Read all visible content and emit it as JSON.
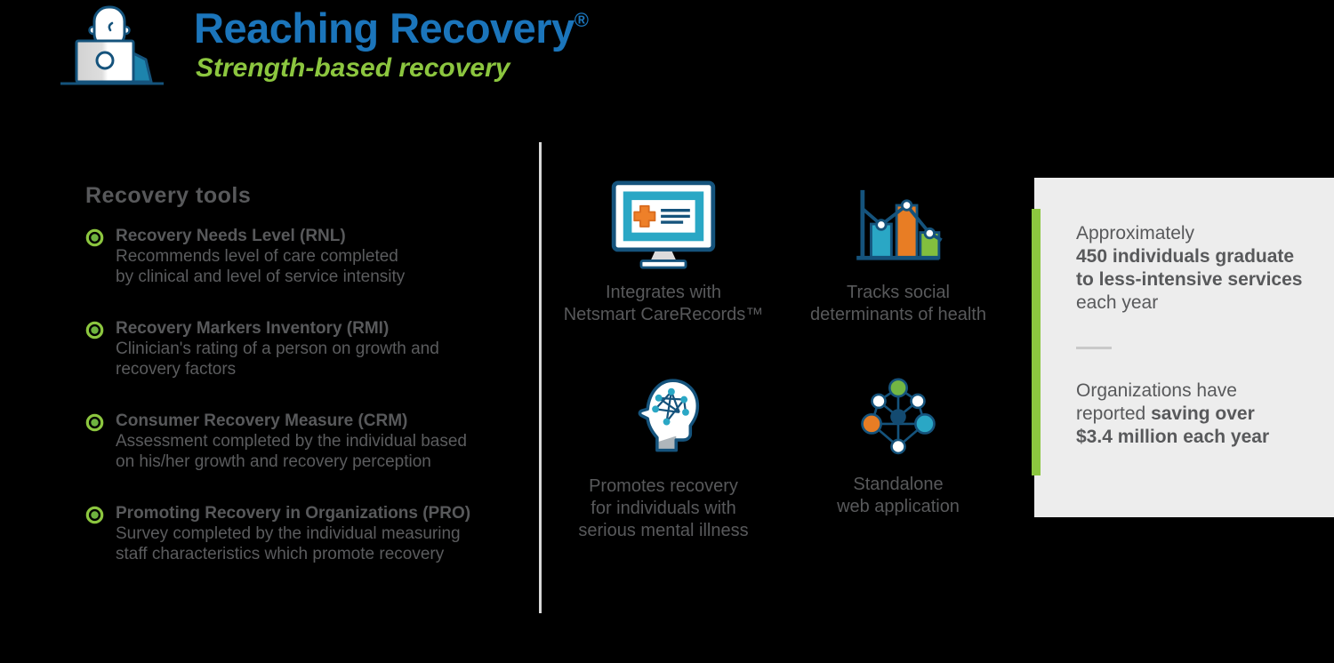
{
  "brand": {
    "title": "Reaching Recovery",
    "title_mark": "®",
    "tagline": "Strength-based recovery",
    "logo_icon": "person-at-laptop-icon",
    "title_color": "#1b75bb",
    "tagline_color": "#8cc63f"
  },
  "tools": {
    "heading": "Recovery tools",
    "bullet_icon": "green-ring-bullet-icon",
    "bullet_color": "#8cc63f",
    "items": [
      {
        "title": "Recovery Needs Level (RNL)",
        "desc_lines": [
          "Recommends level of care completed",
          "by clinical and level of service intensity"
        ]
      },
      {
        "title": "Recovery Markers Inventory (RMI)",
        "desc_lines": [
          "Clinician's rating of a person on growth and",
          "recovery factors"
        ]
      },
      {
        "title": "Consumer Recovery Measure (CRM)",
        "desc_lines": [
          "Assessment completed by the individual based",
          "on his/her growth and recovery perception"
        ]
      },
      {
        "title": "Promoting Recovery in Organizations (PRO)",
        "desc_lines": [
          "Survey completed by the individual measuring",
          "staff characteristics which promote recovery"
        ]
      }
    ]
  },
  "features": {
    "items": [
      {
        "icon": "monitor-ehr-icon",
        "caption_lines": [
          "Integrates with",
          "Netsmart CareRecords™"
        ]
      },
      {
        "icon": "bar-chart-trend-icon",
        "caption_lines": [
          "Tracks social",
          "determinants of health"
        ]
      },
      {
        "icon": "head-network-icon",
        "caption_lines": [
          "Promotes recovery",
          "for individuals with",
          "serious mental illness"
        ]
      },
      {
        "icon": "network-nodes-icon",
        "caption_lines": [
          "Standalone",
          "web application"
        ]
      }
    ]
  },
  "stats": {
    "accent_color": "#8cc63f",
    "panel_color": "#ededed",
    "blocks": [
      {
        "lines": [
          [
            {
              "t": "Approximately"
            }
          ],
          [
            {
              "t": "450 individuals graduate",
              "b": true
            }
          ],
          [
            {
              "t": "to less-intensive services",
              "b": true
            }
          ],
          [
            {
              "t": "each year"
            }
          ]
        ]
      },
      {
        "lines": [
          [
            {
              "t": "Organizations have"
            }
          ],
          [
            {
              "t": "reported "
            },
            {
              "t": "saving over",
              "b": true
            }
          ],
          [
            {
              "t": "$3.4 million each year",
              "b": true
            }
          ]
        ]
      }
    ]
  },
  "colors": {
    "navy": "#15537c",
    "teal": "#2aa7c5",
    "orange": "#e87d24",
    "green": "#8cc63f",
    "text_gray": "#58595b",
    "panel_gray": "#ededed"
  }
}
